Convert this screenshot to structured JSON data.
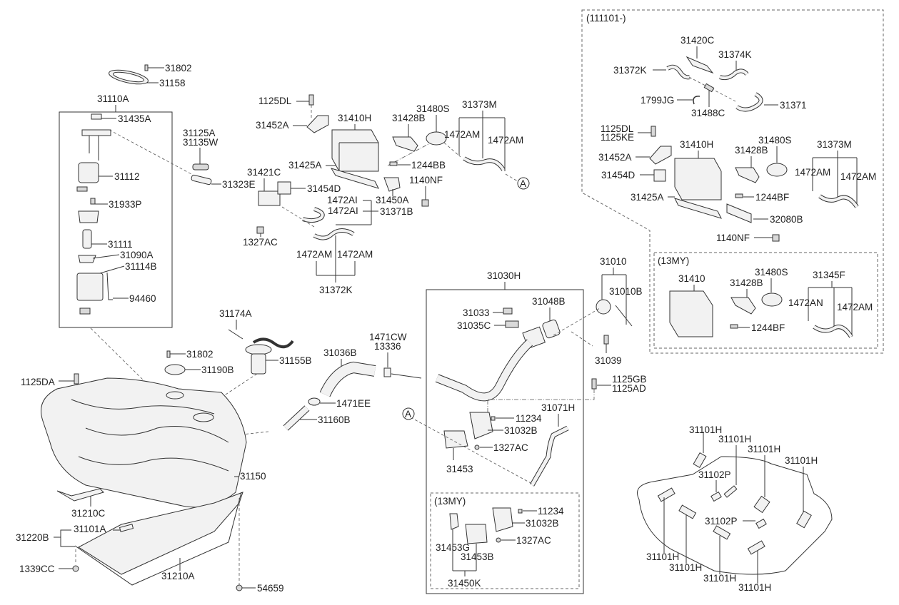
{
  "title": "Fuel Tank & Evaporative System Parts Diagram",
  "groups": {
    "range_111101": "(111101-)",
    "my13_canister": "(13MY)",
    "my13_filler": "(13MY)"
  },
  "ref_marker": "A",
  "labels": {
    "l31802a": "31802",
    "l31158": "31158",
    "l31110A": "31110A",
    "l31435A": "31435A",
    "l31112": "31112",
    "l31933P": "31933P",
    "l31111": "31111",
    "l31090A": "31090A",
    "l31114B": "31114B",
    "l94460": "94460",
    "l31125A": "31125A",
    "l31135W": "31135W",
    "l31323E": "31323E",
    "l1125DLa": "1125DL",
    "l31452Aa": "31452A",
    "l31410H": "31410H",
    "l31428Ba": "31428B",
    "l31480Sa": "31480S",
    "l31373Ma": "31373M",
    "l1472AM1": "1472AM",
    "l1472AM2": "1472AM",
    "l31425Aa": "31425A",
    "l1244BB": "1244BB",
    "l31421C": "31421C",
    "l31454Da": "31454D",
    "l31450A": "31450A",
    "l1140NFa": "1140NF",
    "l1472AI1": "1472AI",
    "l1472AI2": "1472AI",
    "l31371B": "31371B",
    "l1327ACa": "1327AC",
    "l1472AM3": "1472AM",
    "l1472AM4": "1472AM",
    "l31372Ka": "31372K",
    "l31420C": "31420C",
    "l31374K": "31374K",
    "l31372Kb": "31372K",
    "l1799JG": "1799JG",
    "l31488C": "31488C",
    "l31371": "31371",
    "l1125DLb": "1125DL",
    "l1125KE": "1125KE",
    "l31452Ab": "31452A",
    "l31410Hb": "31410H",
    "l31428Bb": "31428B",
    "l31480Sb": "31480S",
    "l31373Mb": "31373M",
    "l31454Db": "31454D",
    "l1472AM5": "1472AM",
    "l1472AM6": "1472AM",
    "l31425Ab": "31425A",
    "l1244BFa": "1244BF",
    "l32080B": "32080B",
    "l1140NFb": "1140NF",
    "l31410": "31410",
    "l31428Bc": "31428B",
    "l31480Sc": "31480S",
    "l31345F": "31345F",
    "l1472AN": "1472AN",
    "l1472AM7": "1472AM",
    "l1244BFb": "1244BF",
    "l31010": "31010",
    "l31010B": "31010B",
    "l31039": "31039",
    "l31030H": "31030H",
    "l31033": "31033",
    "l31035C": "31035C",
    "l31048B": "31048B",
    "l1125GB": "1125GB",
    "l1125AD": "1125AD",
    "l31071H": "31071H",
    "l11234a": "11234",
    "l31032Ba": "31032B",
    "l1327ACb": "1327AC",
    "l31453": "31453",
    "l11234b": "11234",
    "l31032Bb": "31032B",
    "l1327ACc": "1327AC",
    "l31453G": "31453G",
    "l31453B": "31453B",
    "l31450K": "31450K",
    "l31174A": "31174A",
    "l31802b": "31802",
    "l31190B": "31190B",
    "l31155B": "31155B",
    "l31036B": "31036B",
    "l1471CW": "1471CW",
    "l13336": "13336",
    "l1471EE": "1471EE",
    "l31160B": "31160B",
    "l1125DA": "1125DA",
    "l31150": "31150",
    "l31210C": "31210C",
    "l31220B": "31220B",
    "l31101A": "31101A",
    "l1339CC": "1339CC",
    "l31210A": "31210A",
    "l54659": "54659",
    "h1": "31101H",
    "h2": "31101H",
    "h3": "31101H",
    "h4": "31101H",
    "h5": "31101H",
    "h6": "31101H",
    "h7": "31101H",
    "h8": "31101H",
    "p1": "31102P",
    "p2": "31102P"
  }
}
